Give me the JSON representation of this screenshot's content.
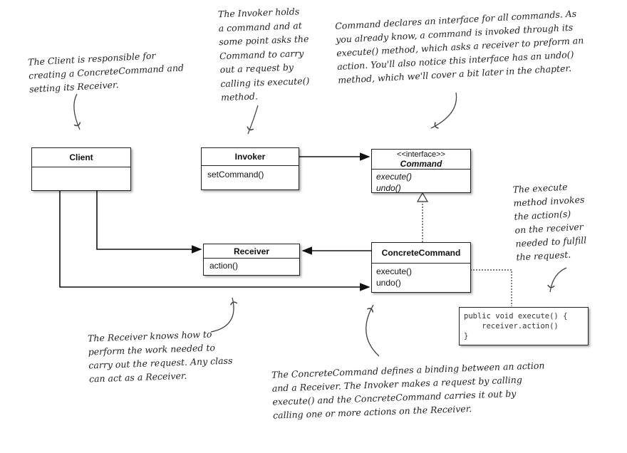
{
  "classes": {
    "client": {
      "name": "Client",
      "members": []
    },
    "invoker": {
      "name": "Invoker",
      "members": [
        "setCommand()"
      ]
    },
    "command": {
      "stereotype": "<<interface>>",
      "name": "Command",
      "members": [
        "execute()",
        "undo()"
      ]
    },
    "receiver": {
      "name": "Receiver",
      "members": [
        "action()"
      ]
    },
    "concrete_command": {
      "name": "ConcreteCommand",
      "members": [
        "execute()",
        "undo()"
      ]
    }
  },
  "notes": {
    "client": [
      "The Client is responsible for",
      "creating a ConcreteCommand and",
      "setting its Receiver."
    ],
    "invoker": [
      "The Invoker holds",
      "a command and at",
      "some point asks the",
      "Command to carry",
      "out a request by",
      "calling its execute()",
      "method."
    ],
    "command": [
      "Command declares an interface for all commands. As",
      "you already know, a command is invoked through its",
      "execute() method, which asks a receiver to preform an",
      "action.  You'll also notice this interface has an undo()",
      "method, which we'll cover a bit later in the chapter."
    ],
    "execute": [
      "The execute",
      "method invokes",
      "the action(s)",
      "on the receiver",
      "needed to fulfill",
      "the request."
    ],
    "receiver": [
      "The Receiver knows how to",
      "perform the work needed to",
      "carry out the request.  Any class",
      "can act as a Receiver."
    ],
    "concrete": [
      "The ConcreteCommand defines a binding between an action",
      "and a Receiver.  The Invoker makes a request by calling",
      "execute() and the ConcreteCommand carries it out by",
      "calling one or more actions on the Receiver."
    ]
  },
  "code": {
    "lines": [
      "public void execute() {",
      "    receiver.action()",
      "}"
    ]
  }
}
